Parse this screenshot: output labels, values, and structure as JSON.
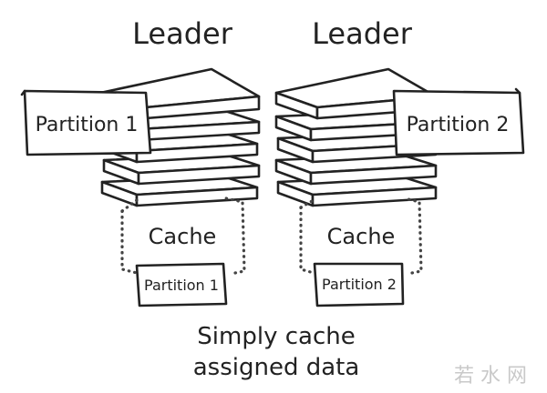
{
  "left": {
    "title": "Leader",
    "partition_label": "Partition 1",
    "cache_label": "Cache",
    "cache_item": "Partition 1"
  },
  "right": {
    "title": "Leader",
    "partition_label": "Partition 2",
    "cache_label": "Cache",
    "cache_item": "Partition 2"
  },
  "caption": {
    "line1": "Simply cache",
    "line2": "assigned data"
  },
  "watermark": "若 水 网"
}
